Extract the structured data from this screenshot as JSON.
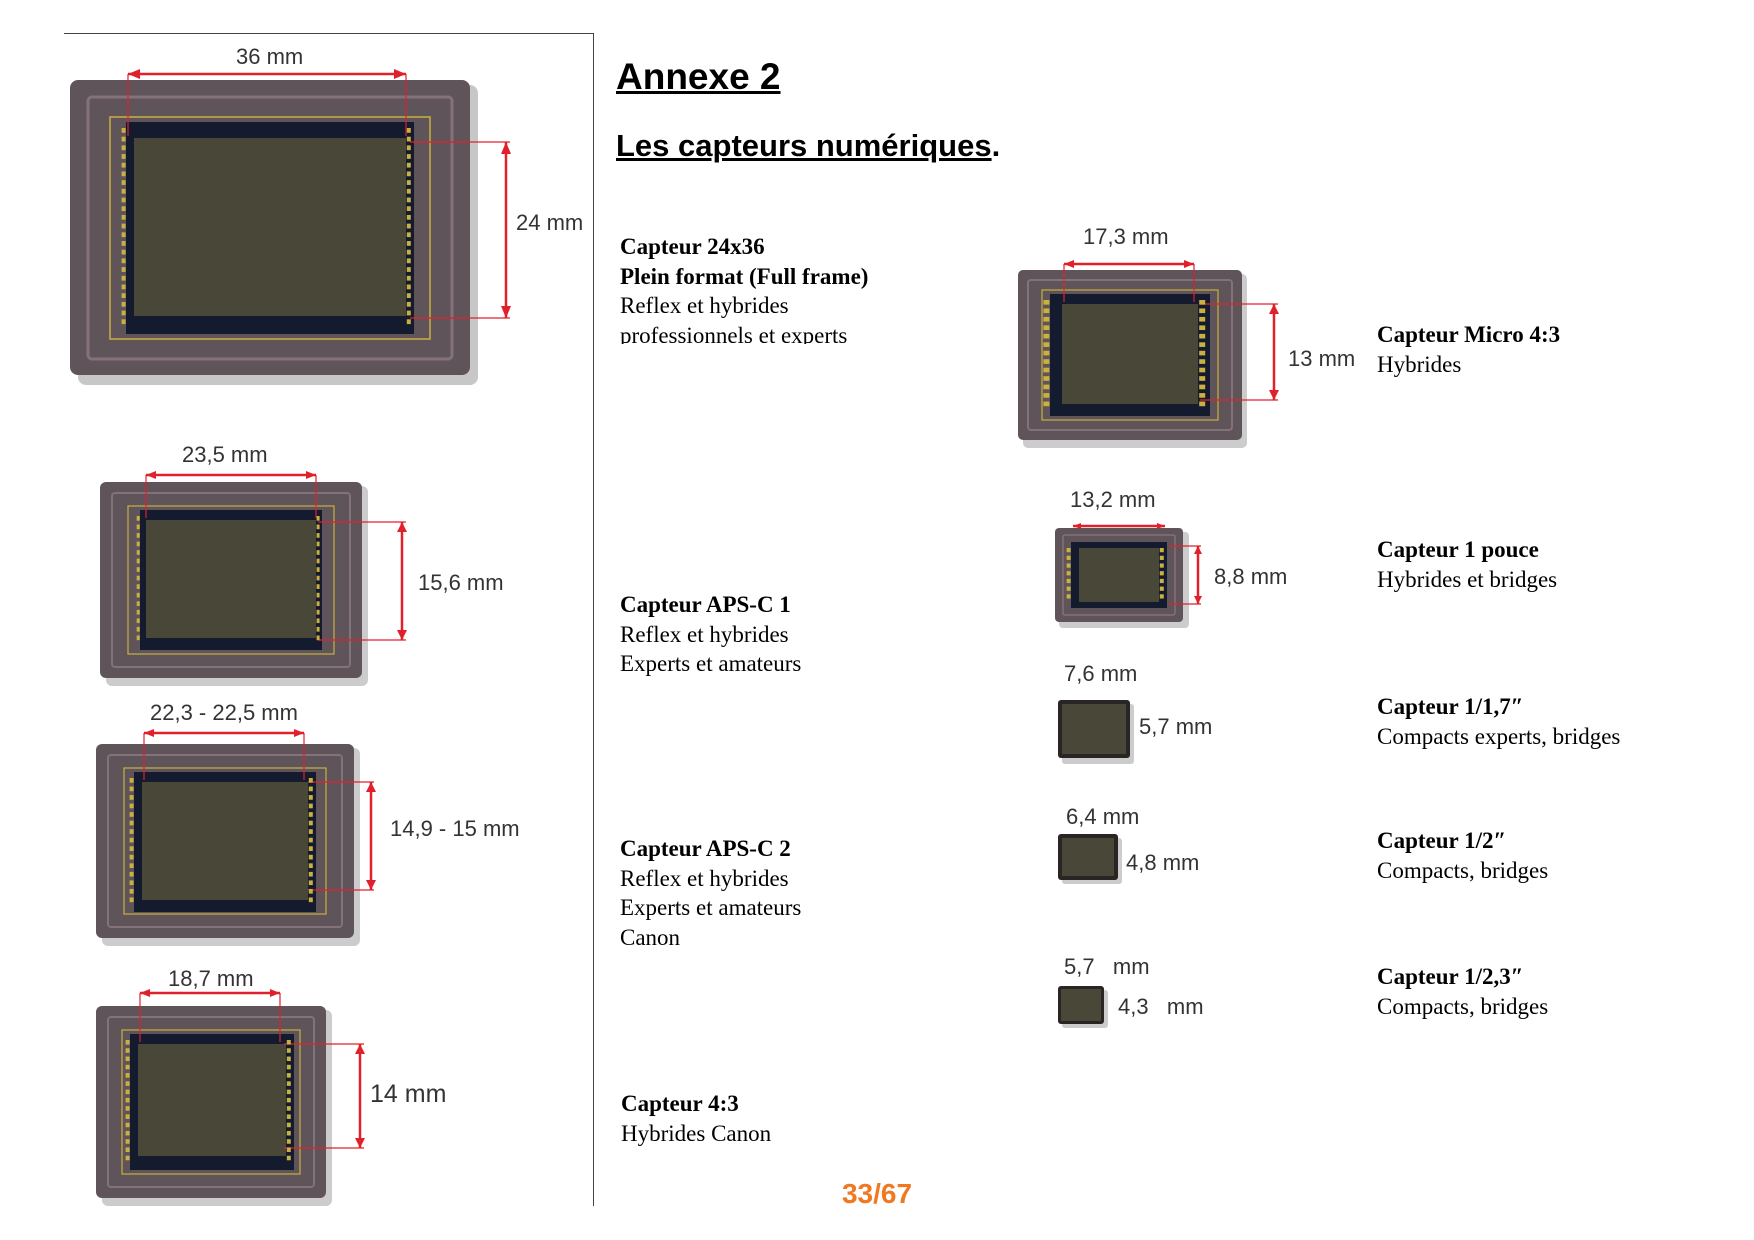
{
  "page": {
    "title": "Annexe 2",
    "subtitle": "Les capteurs numériques",
    "subtitle_suffix": ".",
    "page_number": "33/67"
  },
  "sensors_left": [
    {
      "title": "Capteur 24x36",
      "lines": [
        "Plein format (Full frame)",
        "Reflex et hybrides",
        "professionnels et experts"
      ],
      "width": "36 mm",
      "height": "24 mm"
    },
    {
      "title": "Capteur APS-C 1",
      "lines": [
        "Reflex et hybrides",
        "Experts et amateurs"
      ],
      "width": "23,5 mm",
      "height": "15,6 mm"
    },
    {
      "title": "Capteur APS-C 2",
      "lines": [
        "Reflex et hybrides",
        "Experts et amateurs",
        "Canon"
      ],
      "width": "22,3 - 22,5 mm",
      "height": "14,9 - 15 mm"
    },
    {
      "title": "Capteur 4:3",
      "lines": [
        "Hybrides Canon"
      ],
      "width": "18,7 mm",
      "height": "14 mm"
    }
  ],
  "sensors_right": [
    {
      "title": "Capteur Micro 4:3",
      "lines": [
        "Hybrides"
      ],
      "width": "17,3 mm",
      "height": "13 mm"
    },
    {
      "title": "Capteur 1 pouce",
      "lines": [
        "Hybrides et bridges"
      ],
      "width": "13,2 mm",
      "height": "8,8 mm"
    },
    {
      "title": "Capteur 1/1,7″",
      "lines": [
        "Compacts experts, bridges"
      ],
      "width": "7,6 mm",
      "height": "5,7 mm"
    },
    {
      "title": "Capteur 1/2″",
      "lines": [
        "Compacts, bridges"
      ],
      "width": "6,4 mm",
      "height": "4,8 mm"
    },
    {
      "title": "Capteur 1/2,3″",
      "lines": [
        "Compacts, bridges"
      ],
      "width": "5,7   mm",
      "height": "4,3   mm"
    }
  ],
  "colors": {
    "frame": "#5f5459",
    "inner_frame": "#837278",
    "sensor": "#494838",
    "bezel": "#151b2e",
    "pins": "#c9b041",
    "arrows": "#e0202a",
    "footer": "#f07820"
  }
}
